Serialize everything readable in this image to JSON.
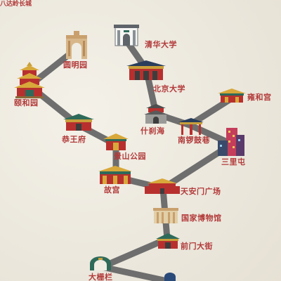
{
  "map": {
    "top_label": "八达岭长城",
    "places": {
      "yuanmingyuan": "圆明园",
      "tsinghua": "清华大学",
      "peking": "北京大学",
      "yonghegong": "雍和宫",
      "yiheyuan": "颐和园",
      "shichahai": "什刹海",
      "nanluoguxiang": "南锣鼓巷",
      "gongwangfu": "恭王府",
      "jingshan": "景山公园",
      "sanlitun": "三里屯",
      "gugong": "故宫",
      "tiananmen": "天安门广场",
      "museum": "国家博物馆",
      "qianmen": "前门大街",
      "dashilan": "大栅栏"
    }
  }
}
